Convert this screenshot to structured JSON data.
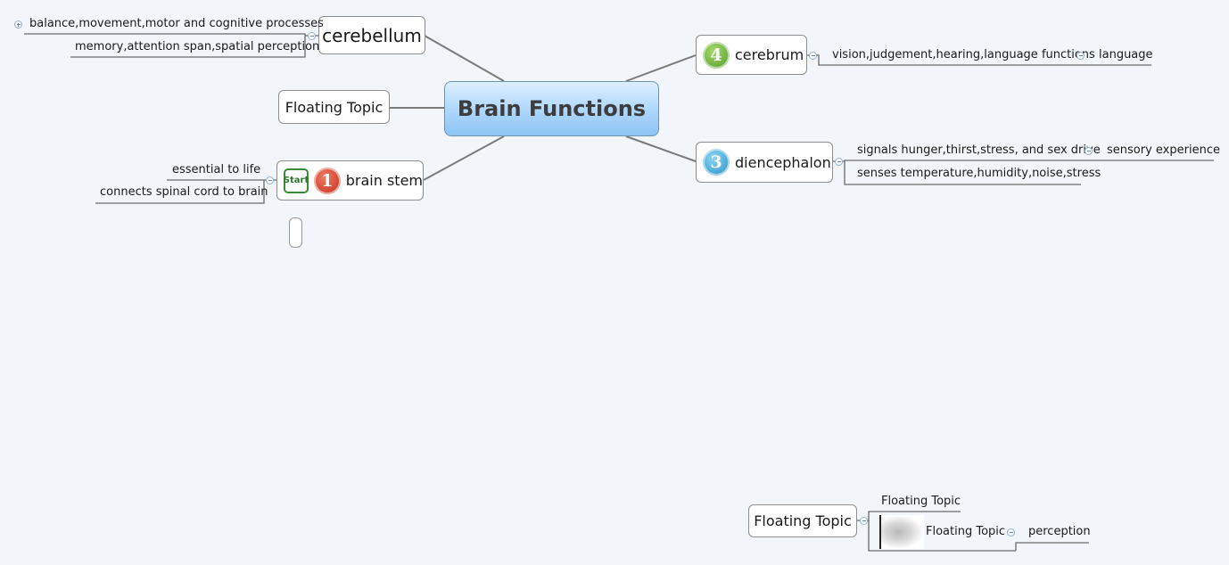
{
  "central": "Brain Functions",
  "cerebellum": {
    "label": "cerebellum",
    "children": [
      "balance,movement,motor and cognitive processes",
      "memory,attention span,spatial perception"
    ]
  },
  "floating_left": "Floating Topic",
  "brain_stem": {
    "label": "brain stem",
    "start_badge": "Start",
    "number": "1",
    "children": [
      "essential to life",
      "connects spinal cord to brain"
    ]
  },
  "cerebrum": {
    "label": "cerebrum",
    "number": "4",
    "child": "vision,judgement,hearing,language functions",
    "grandchild": "language"
  },
  "diencephalon": {
    "label": "diencephalon",
    "number": "3",
    "children": [
      "signals hunger,thirst,stress, and sex drive",
      "senses temperature,humidity,noise,stress"
    ],
    "grandchild": "sensory experience"
  },
  "bottom_floating": {
    "label": "Floating Topic",
    "children": [
      "Floating Topic",
      "Floating Topic"
    ],
    "grandchild": "perception"
  },
  "colors": {
    "background": "#f2f5f9",
    "central_fill": "#a9d4fb",
    "badge_cerebrum": "#6db33f",
    "badge_diencephalon": "#3aa6d6",
    "badge_brainstem": "#d43a2a",
    "line": "#7a7a7a"
  }
}
